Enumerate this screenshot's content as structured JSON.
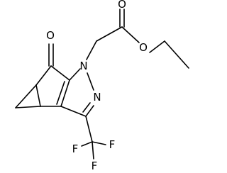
{
  "structure": {
    "atoms": {
      "ketone_oxygen": "O",
      "ring_nitrogen_1": "N",
      "ring_nitrogen_2": "N",
      "ester_carbonyl_oxygen": "O",
      "ester_ether_oxygen": "O",
      "fluorine_top": "F",
      "fluorine_left": "F",
      "fluorine_bottom": "F"
    }
  }
}
